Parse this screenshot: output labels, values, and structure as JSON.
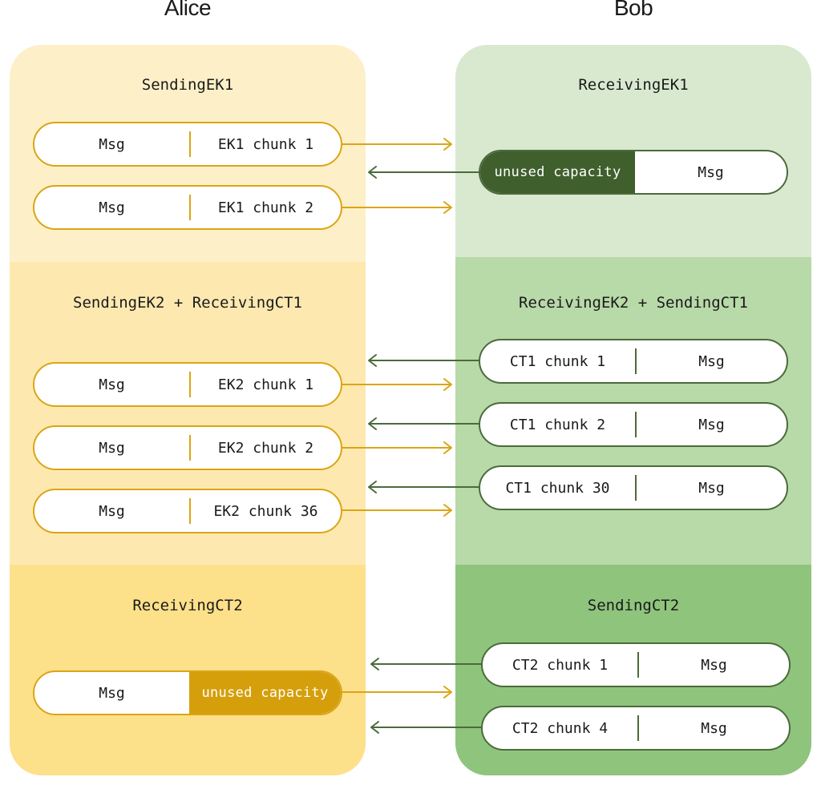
{
  "actors": {
    "alice": "Alice",
    "bob": "Bob"
  },
  "colors": {
    "alice_arrow": "#dba515",
    "bob_arrow": "#4b6b3a"
  },
  "alice": {
    "phase1": {
      "state": "SendingEK1",
      "rows": [
        {
          "left": "Msg",
          "right": "EK1 chunk 1"
        },
        {
          "left": "Msg",
          "right": "EK1 chunk 2"
        }
      ]
    },
    "phase2": {
      "state": "SendingEK2 + ReceivingCT1",
      "rows": [
        {
          "left": "Msg",
          "right": "EK2 chunk 1"
        },
        {
          "left": "Msg",
          "right": "EK2 chunk 2"
        },
        {
          "left": "Msg",
          "right": "EK2 chunk 36"
        }
      ]
    },
    "phase3": {
      "state": "ReceivingCT2",
      "rows": [
        {
          "left": "Msg",
          "right": "unused capacity"
        }
      ]
    }
  },
  "bob": {
    "phase1": {
      "state": "ReceivingEK1",
      "rows": [
        {
          "left": "unused capacity",
          "right": "Msg"
        }
      ]
    },
    "phase2": {
      "state": "ReceivingEK2 + SendingCT1",
      "rows": [
        {
          "left": "CT1 chunk 1",
          "right": "Msg"
        },
        {
          "left": "CT1 chunk 2",
          "right": "Msg"
        },
        {
          "left": "CT1 chunk 30",
          "right": "Msg"
        }
      ]
    },
    "phase3": {
      "state": "SendingCT2",
      "rows": [
        {
          "left": "CT2 chunk 1",
          "right": "Msg"
        },
        {
          "left": "CT2 chunk 4",
          "right": "Msg"
        }
      ]
    }
  }
}
